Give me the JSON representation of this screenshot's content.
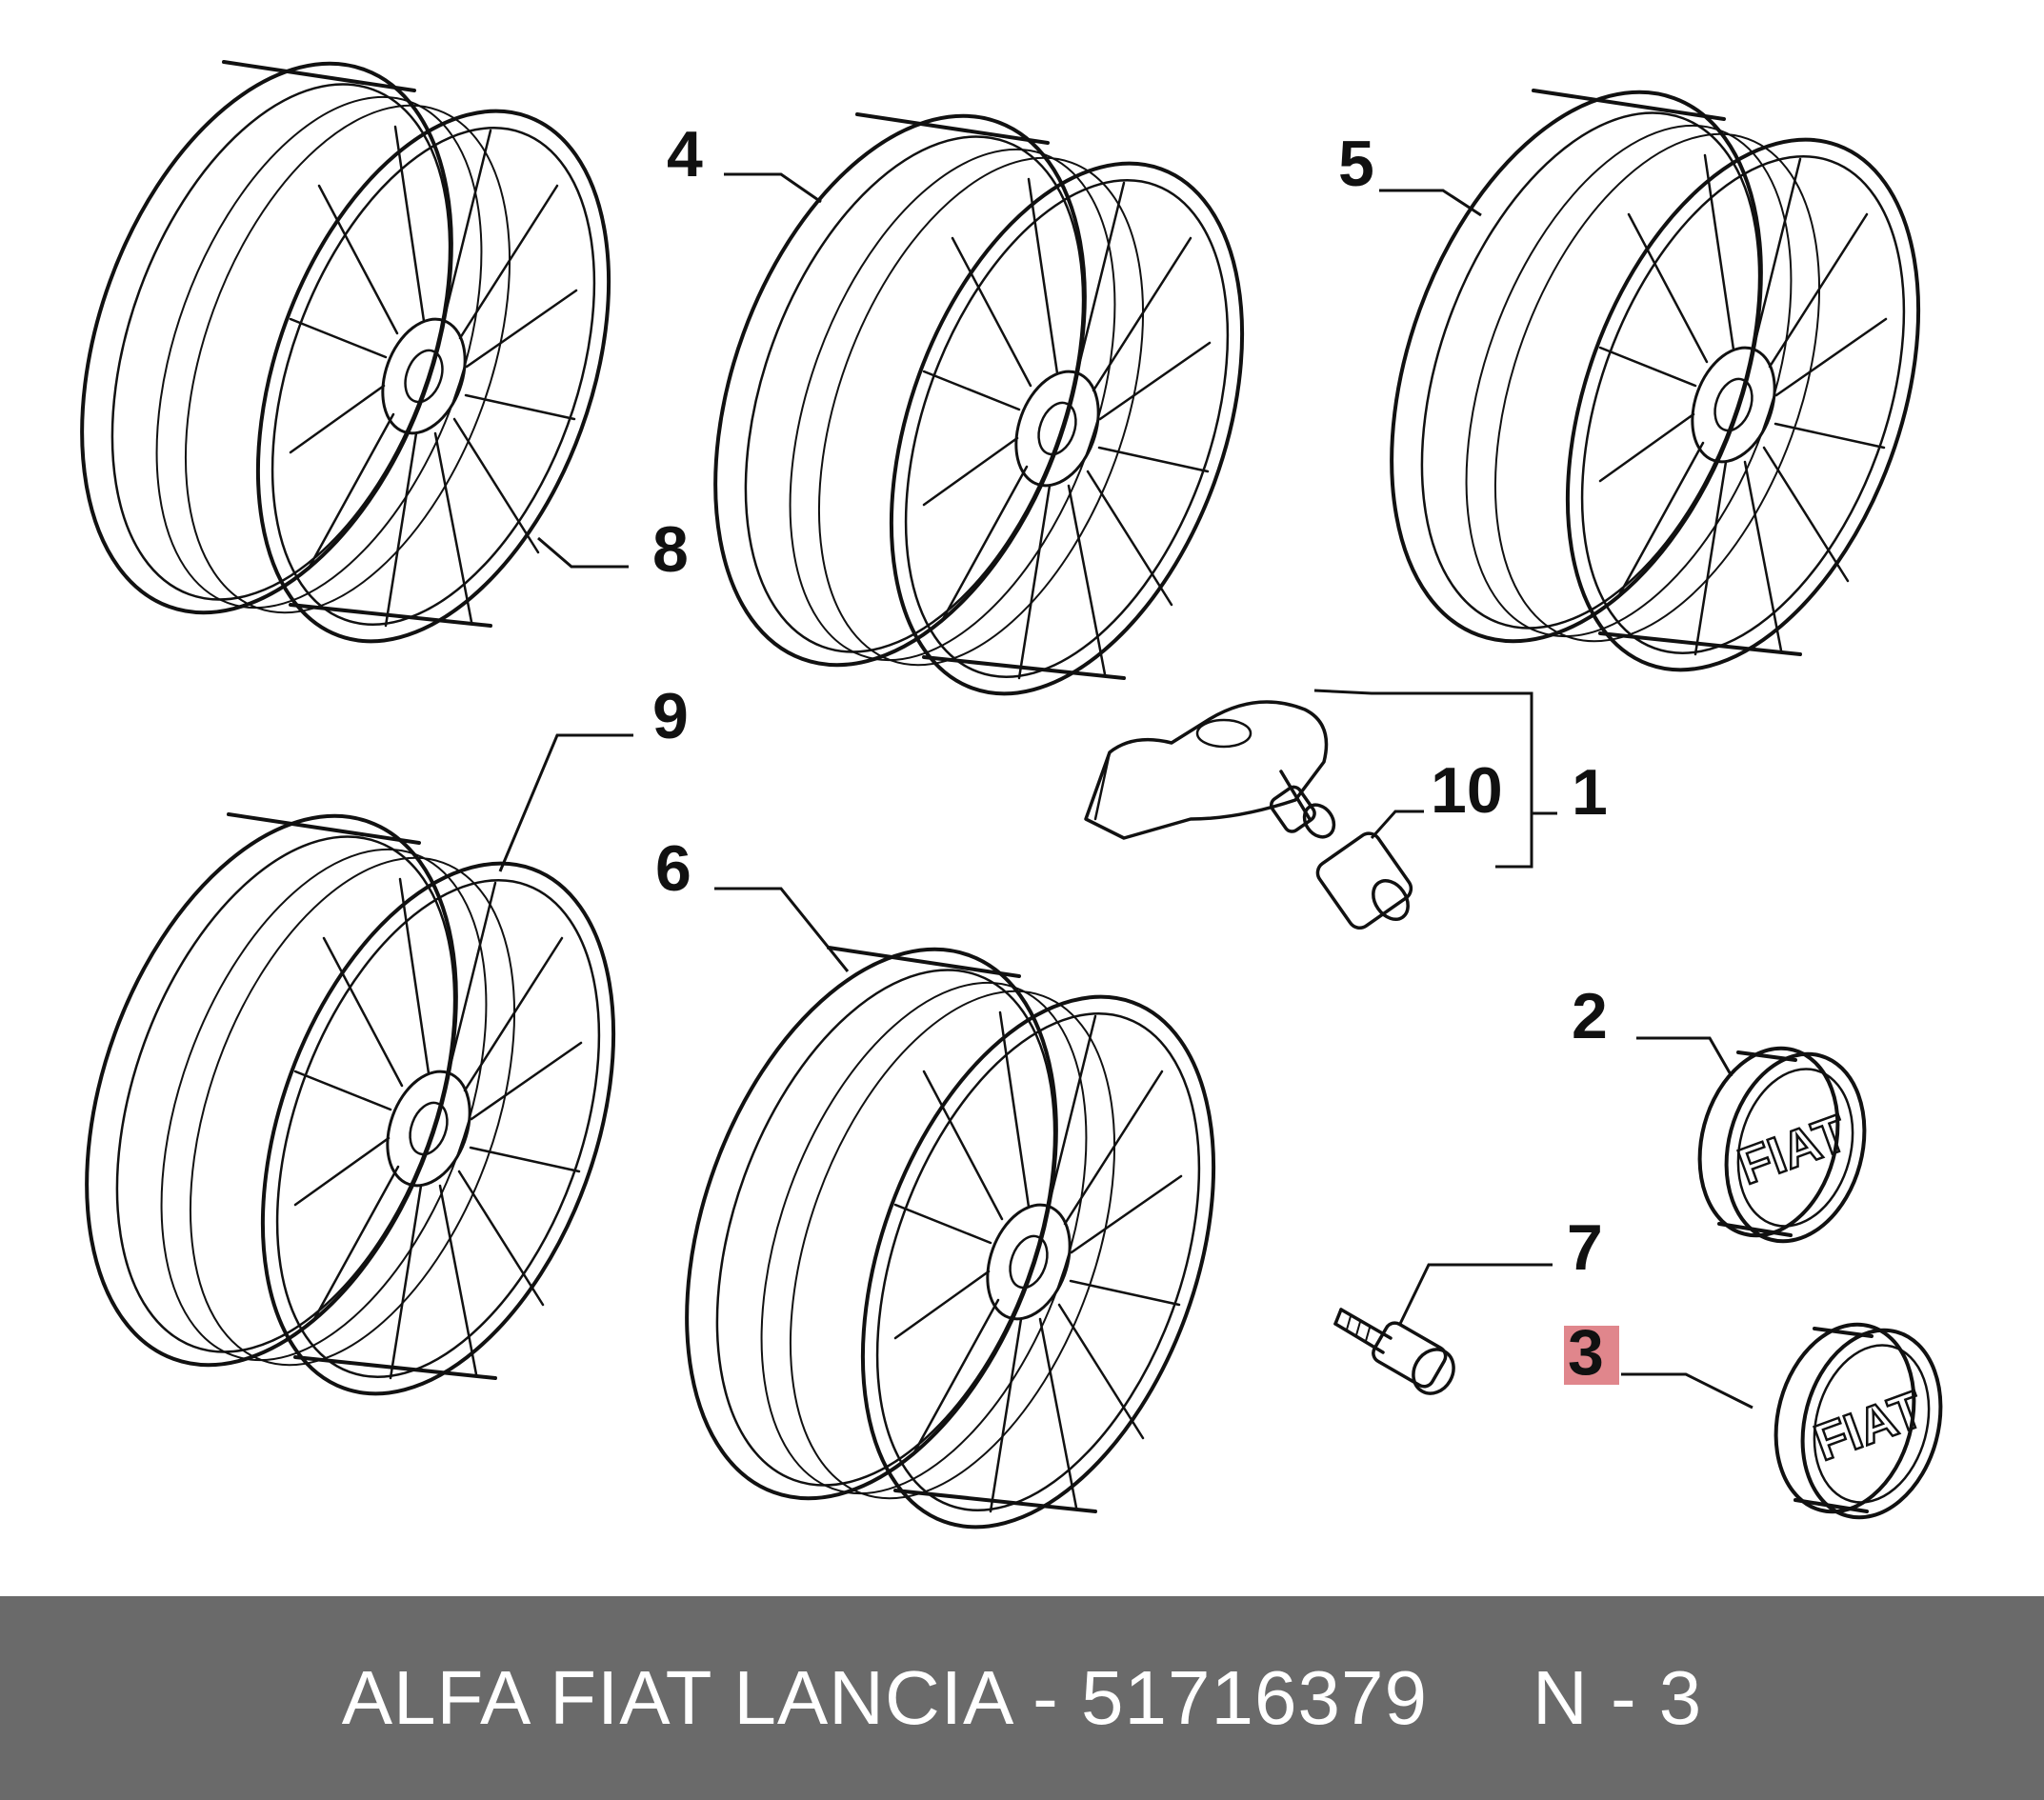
{
  "diagram": {
    "callouts": [
      "4",
      "5",
      "8",
      "9",
      "6",
      "10",
      "1",
      "2",
      "7",
      "3"
    ],
    "highlighted_callout": "3",
    "highlight_color": "#e0868c",
    "emblem_text": "FIAT"
  },
  "footer": {
    "label": "ALFA FIAT LANCIA - 51716379",
    "code": "N - 3",
    "background": "#6a6a6a"
  }
}
